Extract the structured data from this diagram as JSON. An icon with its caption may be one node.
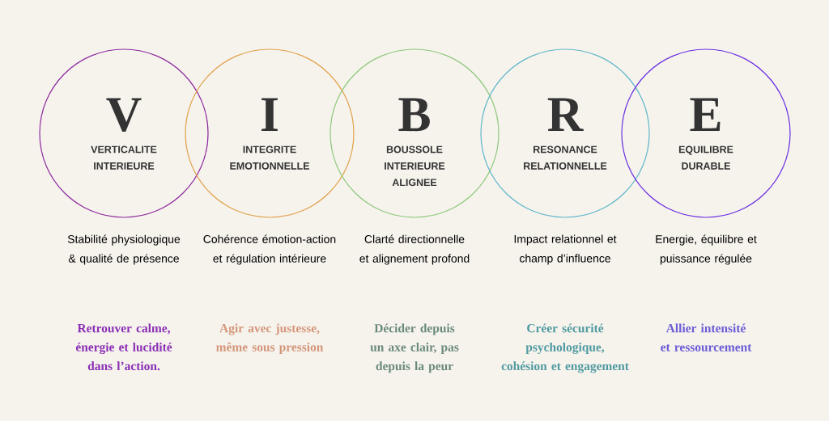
{
  "diagram": {
    "nodes": [
      {
        "text": [
          "V",
          "VERTICALITE INTERIEURE"
        ],
        "beside": [
          "Stabilité physiologique & qualité de présence"
        ]
      },
      {
        "text": [
          "I",
          "INTEGRITE EMOTIONNELLE"
        ],
        "beside": [
          "Cohérence émotion-action et régulation intérieure"
        ]
      },
      {
        "text": [
          "B",
          "BOUSSOLE INTERIEURE ALIGNEE"
        ],
        "beside": [
          "Clarté directionnelle et alignement profond"
        ]
      },
      {
        "text": [
          "R",
          "RESONANCE RELATIONNELLE"
        ],
        "beside": [
          "Impact relationnel et champ d’influence"
        ]
      },
      {
        "text": [
          "E",
          "EQUILIBRE DURABLE"
        ],
        "beside": [
          "Energie, équilibre et puissance régulée"
        ]
      }
    ],
    "labels": [
      "Retrouver calme, énergie et lucidité dans l’action.",
      "Agir avec justesse, même sous pression",
      "Décider depuis un axe clair, pas depuis la peur",
      "Créer sécurité psychologique, cohésion et engagement",
      "Allier intensité et ressourcement"
    ]
  }
}
